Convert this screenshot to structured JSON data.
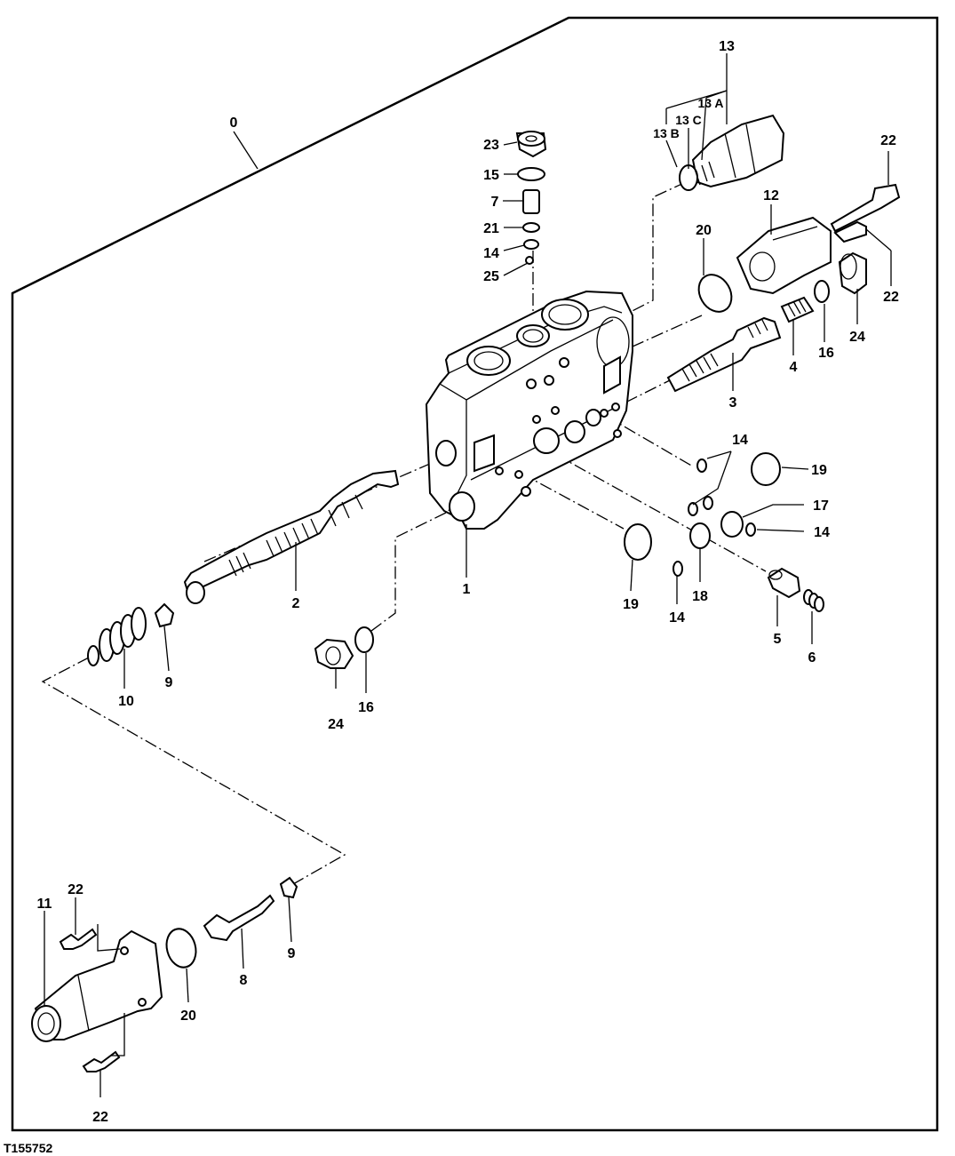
{
  "figure_id": "T155752",
  "callouts": {
    "c0": "0",
    "c1": "1",
    "c2": "2",
    "c3": "3",
    "c4": "4",
    "c5": "5",
    "c6": "6",
    "c7": "7",
    "c8": "8",
    "c9a": "9",
    "c9b": "9",
    "c10": "10",
    "c11": "11",
    "c12": "12",
    "c13": "13",
    "c13a": "13 A",
    "c13b": "13 B",
    "c13c": "13 C",
    "c14a": "14",
    "c14b": "14",
    "c14c": "14",
    "c14d": "14",
    "c15": "15",
    "c16a": "16",
    "c16b": "16",
    "c17": "17",
    "c18": "18",
    "c19a": "19",
    "c19b": "19",
    "c20a": "20",
    "c20b": "20",
    "c21": "21",
    "c22a": "22",
    "c22b": "22",
    "c22c": "22",
    "c22d": "22",
    "c23": "23",
    "c24a": "24",
    "c24b": "24",
    "c25": "25"
  }
}
